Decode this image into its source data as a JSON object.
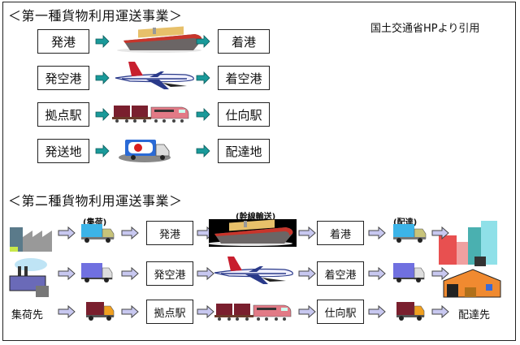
{
  "source_note": "国土交通省HPより引用",
  "type1": {
    "heading": "＜第一種貨物利用運送事業＞",
    "rows": [
      {
        "from": "発港",
        "mode_icon": "ship-icon",
        "to": "着港"
      },
      {
        "from": "発空港",
        "mode_icon": "airplane-icon",
        "to": "着空港"
      },
      {
        "from": "拠点駅",
        "mode_icon": "train-icon",
        "to": "仕向駅"
      },
      {
        "from": "発送地",
        "mode_icon": "truck-icon",
        "to": "配達地"
      }
    ]
  },
  "type2": {
    "heading": "＜第二種貨物利用運送事業＞",
    "labels": {
      "pickup": "(集荷)",
      "trunk": "(幹線輸送)",
      "delivery": "(配達)"
    },
    "origin_label": "集荷先",
    "destination_label": "配達先",
    "rows": [
      {
        "origin_icon": "factory-buildings-icon",
        "pickup_icon": "truck-icon",
        "from": "発港",
        "mode_icon": "ship-icon",
        "to": "着港",
        "delivery_icon": "truck-icon",
        "dest_icon": "city-buildings-icon"
      },
      {
        "origin_icon": "factory-icon",
        "pickup_icon": "van-icon",
        "from": "発空港",
        "mode_icon": "airplane-icon",
        "to": "着空港",
        "delivery_icon": "van-icon",
        "dest_icon": "warehouse-icon"
      },
      {
        "pickup_icon": "container-truck-icon",
        "from": "拠点駅",
        "mode_icon": "train-icon",
        "to": "仕向駅",
        "delivery_icon": "container-truck-icon"
      }
    ]
  },
  "colors": {
    "type1_arrow": "#1a9a9a",
    "type2_arrow": "#c8c8f0"
  }
}
